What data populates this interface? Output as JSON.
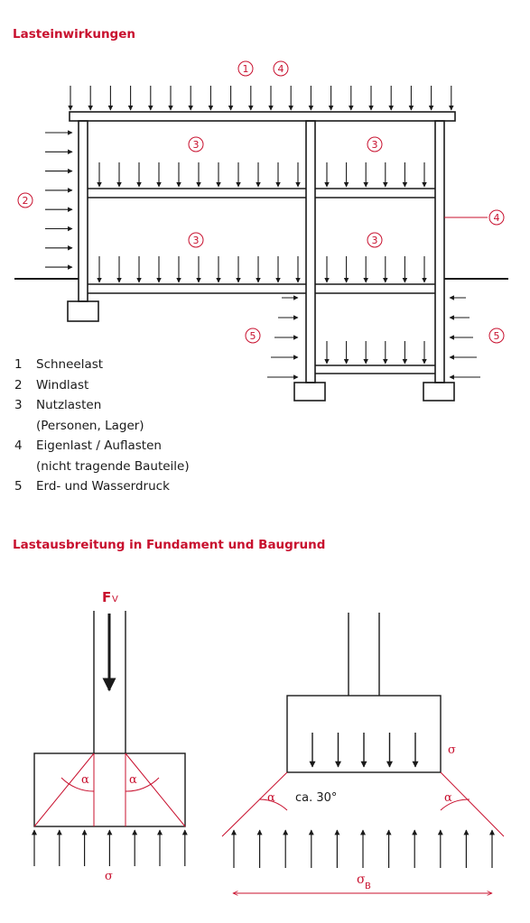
{
  "section_1": {
    "title": "Lasteinwirkungen",
    "markers": [
      "1",
      "2",
      "3",
      "4",
      "5"
    ],
    "legend": [
      {
        "num": "1",
        "text": "Schneelast",
        "sub": ""
      },
      {
        "num": "2",
        "text": "Windlast",
        "sub": ""
      },
      {
        "num": "3",
        "text": "Nutzlasten",
        "sub": "(Personen, Lager)"
      },
      {
        "num": "4",
        "text": "Eigenlast / Auflasten",
        "sub": "(nicht tragende Bauteile)"
      },
      {
        "num": "5",
        "text": "Erd- und Wasserdruck",
        "sub": ""
      }
    ]
  },
  "section_2": {
    "title": "Lastausbreitung in Fundament und Baugrund",
    "force_label": "F",
    "force_sub": "V",
    "alpha": "α",
    "sigma": "σ",
    "angle_label": "ca. 30°",
    "sigma_b": "σ",
    "sigma_b_sub": "B"
  },
  "colors": {
    "accent": "#c8102e",
    "line": "#1a1a1a"
  }
}
